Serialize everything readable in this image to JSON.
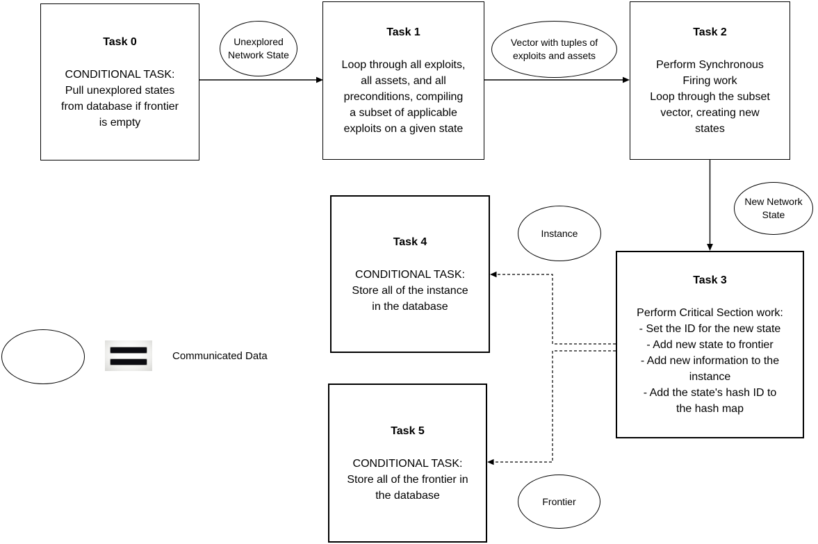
{
  "tasks": [
    {
      "title": "Task 0",
      "body": "CONDITIONAL TASK:\nPull unexplored states\nfrom database if frontier\nis empty"
    },
    {
      "title": "Task 1",
      "body": "Loop through all exploits,\nall assets, and all\npreconditions, compiling\na subset of applicable\nexploits on a given state"
    },
    {
      "title": "Task 2",
      "body": "Perform Synchronous\nFiring work\nLoop through the subset\nvector, creating new\nstates"
    },
    {
      "title": "Task 3",
      "body": "Perform Critical Section work:\n- Set the ID for the new state\n- Add new state to frontier\n- Add new information to the\ninstance\n- Add the state's hash ID to\nthe hash map"
    },
    {
      "title": "Task 4",
      "body": "CONDITIONAL TASK:\nStore all of the instance\nin the database"
    },
    {
      "title": "Task 5",
      "body": "CONDITIONAL TASK:\nStore all of the frontier in\nthe database"
    }
  ],
  "data_labels": {
    "unexplored": "Unexplored\nNetwork State",
    "vector": "Vector with tuples of\nexploits and assets",
    "new_state": "New Network\nState",
    "instance": "Instance",
    "frontier": "Frontier"
  },
  "legend": {
    "equals_icon": "equals-sign",
    "label": "Communicated Data"
  },
  "colors": {
    "stroke": "#000000",
    "background": "#ffffff",
    "text": "#000000"
  }
}
